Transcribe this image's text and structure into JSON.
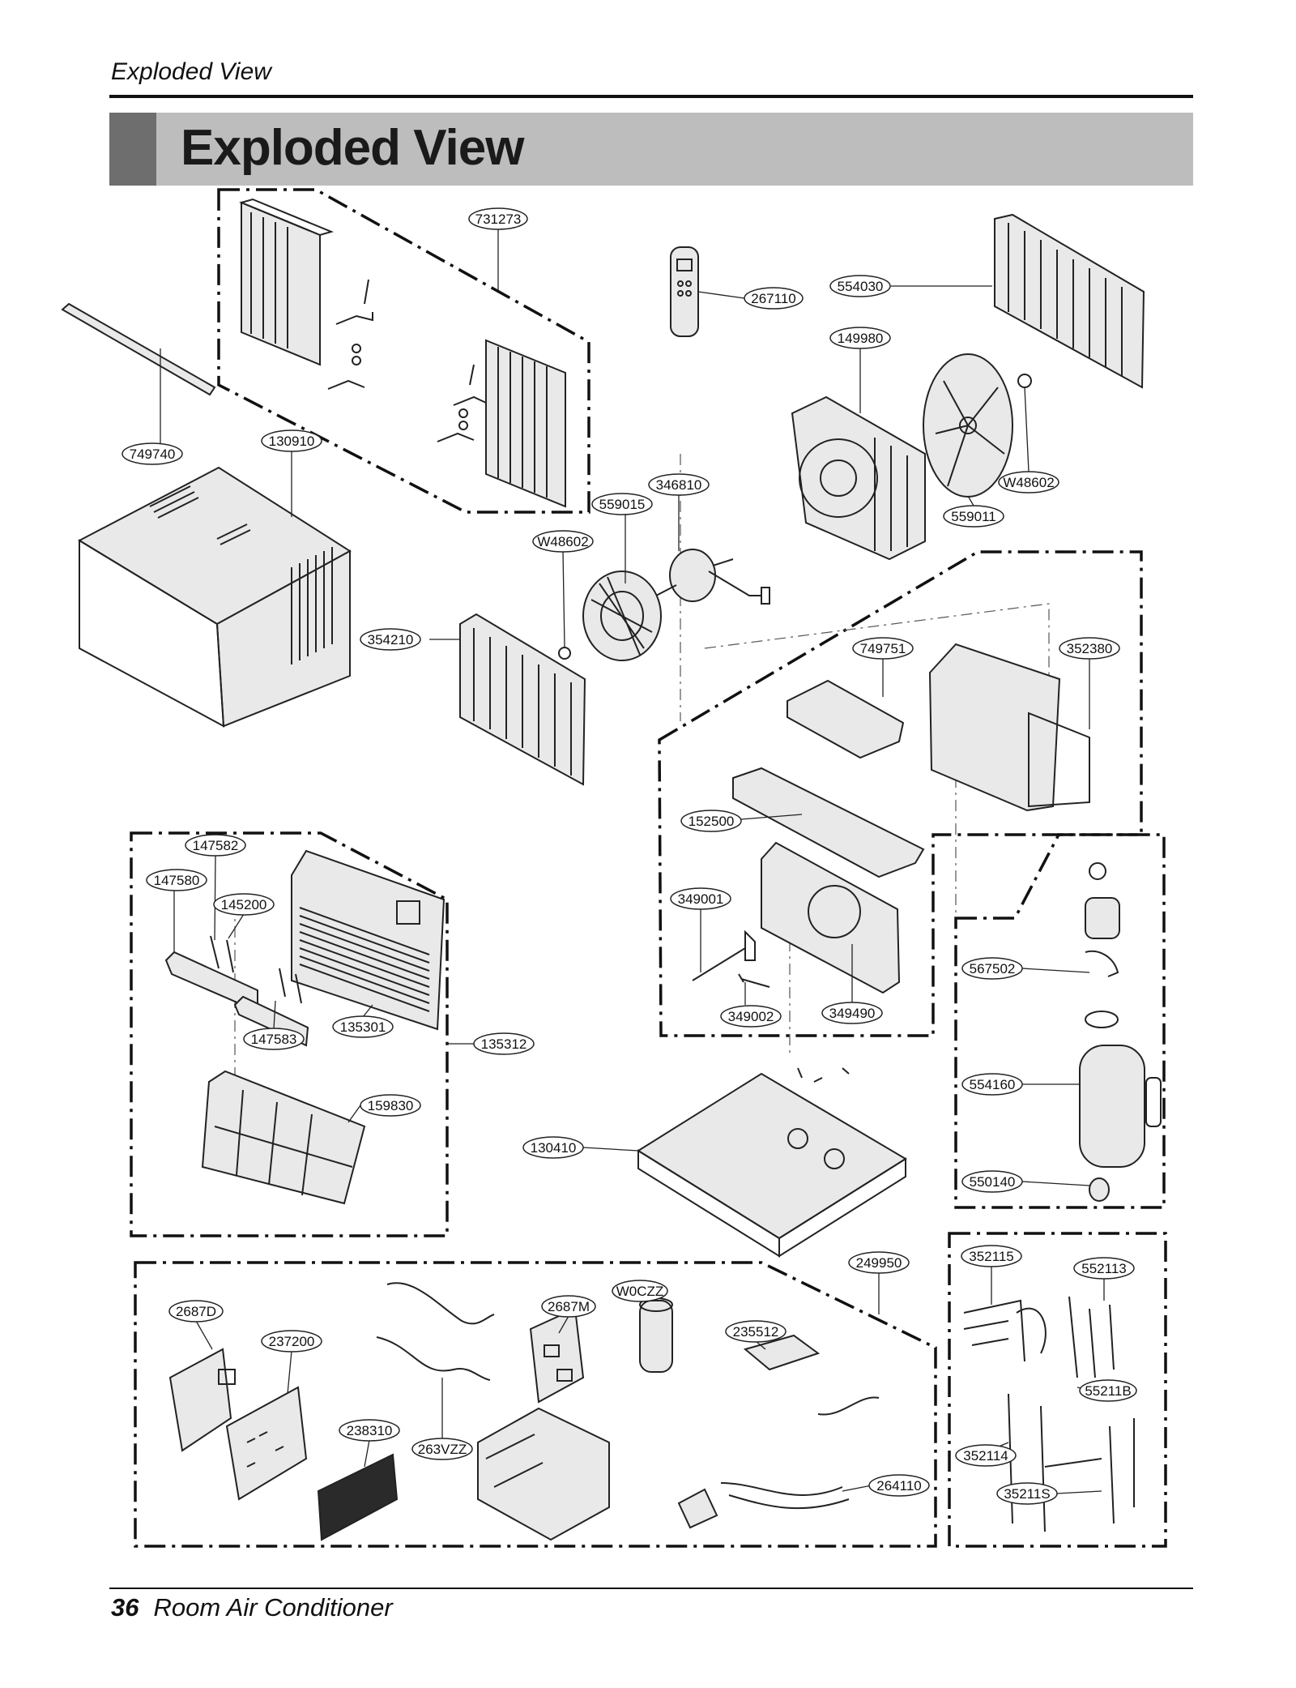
{
  "header": {
    "running_title": "Exploded View",
    "section_title": "Exploded View"
  },
  "footer": {
    "page_number": "36",
    "doc_title": "Room Air Conditioner"
  },
  "callouts": {
    "c731273": "731273",
    "c267110": "267110",
    "c554030": "554030",
    "c149980": "149980",
    "c749740": "749740",
    "c130910": "130910",
    "cW48602a": "W48602",
    "c559011": "559011",
    "c346810": "346810",
    "c559015": "559015",
    "cW48602b": "W48602",
    "c354210": "354210",
    "c749751": "749751",
    "c352380": "352380",
    "c152500": "152500",
    "c349001": "349001",
    "c349002": "349002",
    "c349490": "349490",
    "c567502": "567502",
    "c554160": "554160",
    "c550140": "550140",
    "c130410": "130410",
    "c147582": "147582",
    "c147580": "147580",
    "c145200": "145200",
    "c147583": "147583",
    "c135301": "135301",
    "c135312": "135312",
    "c159830": "159830",
    "c249950": "249950",
    "c2687D": "2687D",
    "c237200": "237200",
    "c2687M": "2687M",
    "cW0CZZ": "W0CZZ",
    "c235512": "235512",
    "c238310": "238310",
    "c263VZZ": "263VZZ",
    "c264110": "264110",
    "c352115": "352115",
    "c552113": "552113",
    "c55211B": "55211B",
    "c352114": "352114",
    "c35211S": "35211S"
  }
}
